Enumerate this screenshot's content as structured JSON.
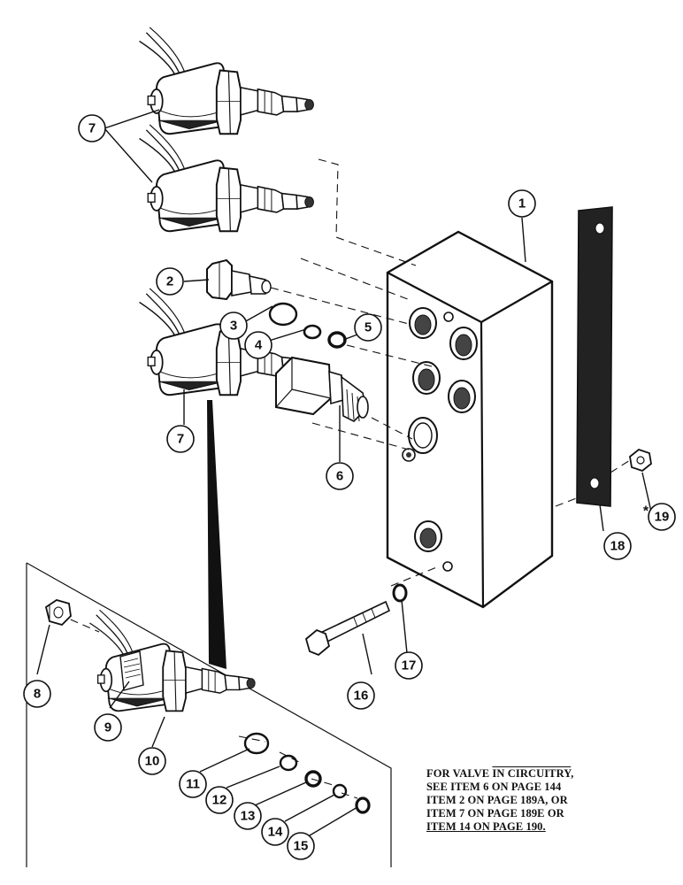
{
  "callouts": {
    "c1": "1",
    "c2": "2",
    "c3": "3",
    "c4": "4",
    "c5": "5",
    "c6": "6",
    "c7a": "7",
    "c7b": "7",
    "c8": "8",
    "c9": "9",
    "c10": "10",
    "c11": "11",
    "c12": "12",
    "c13": "13",
    "c14": "14",
    "c15": "15",
    "c16": "16",
    "c17": "17",
    "c18": "18",
    "c19": "19",
    "asterisk": "*"
  },
  "note": {
    "l1a": "FOR VALVE ",
    "l1b": "IN CIRCUITRY",
    "l1c": ",",
    "l2": "SEE ITEM 6 ON PAGE 144",
    "l3": "ITEM 2 ON PAGE 189A, OR",
    "l4": "ITEM 7 ON PAGE 189E OR",
    "l5": "ITEM 14 ON PAGE 190."
  }
}
